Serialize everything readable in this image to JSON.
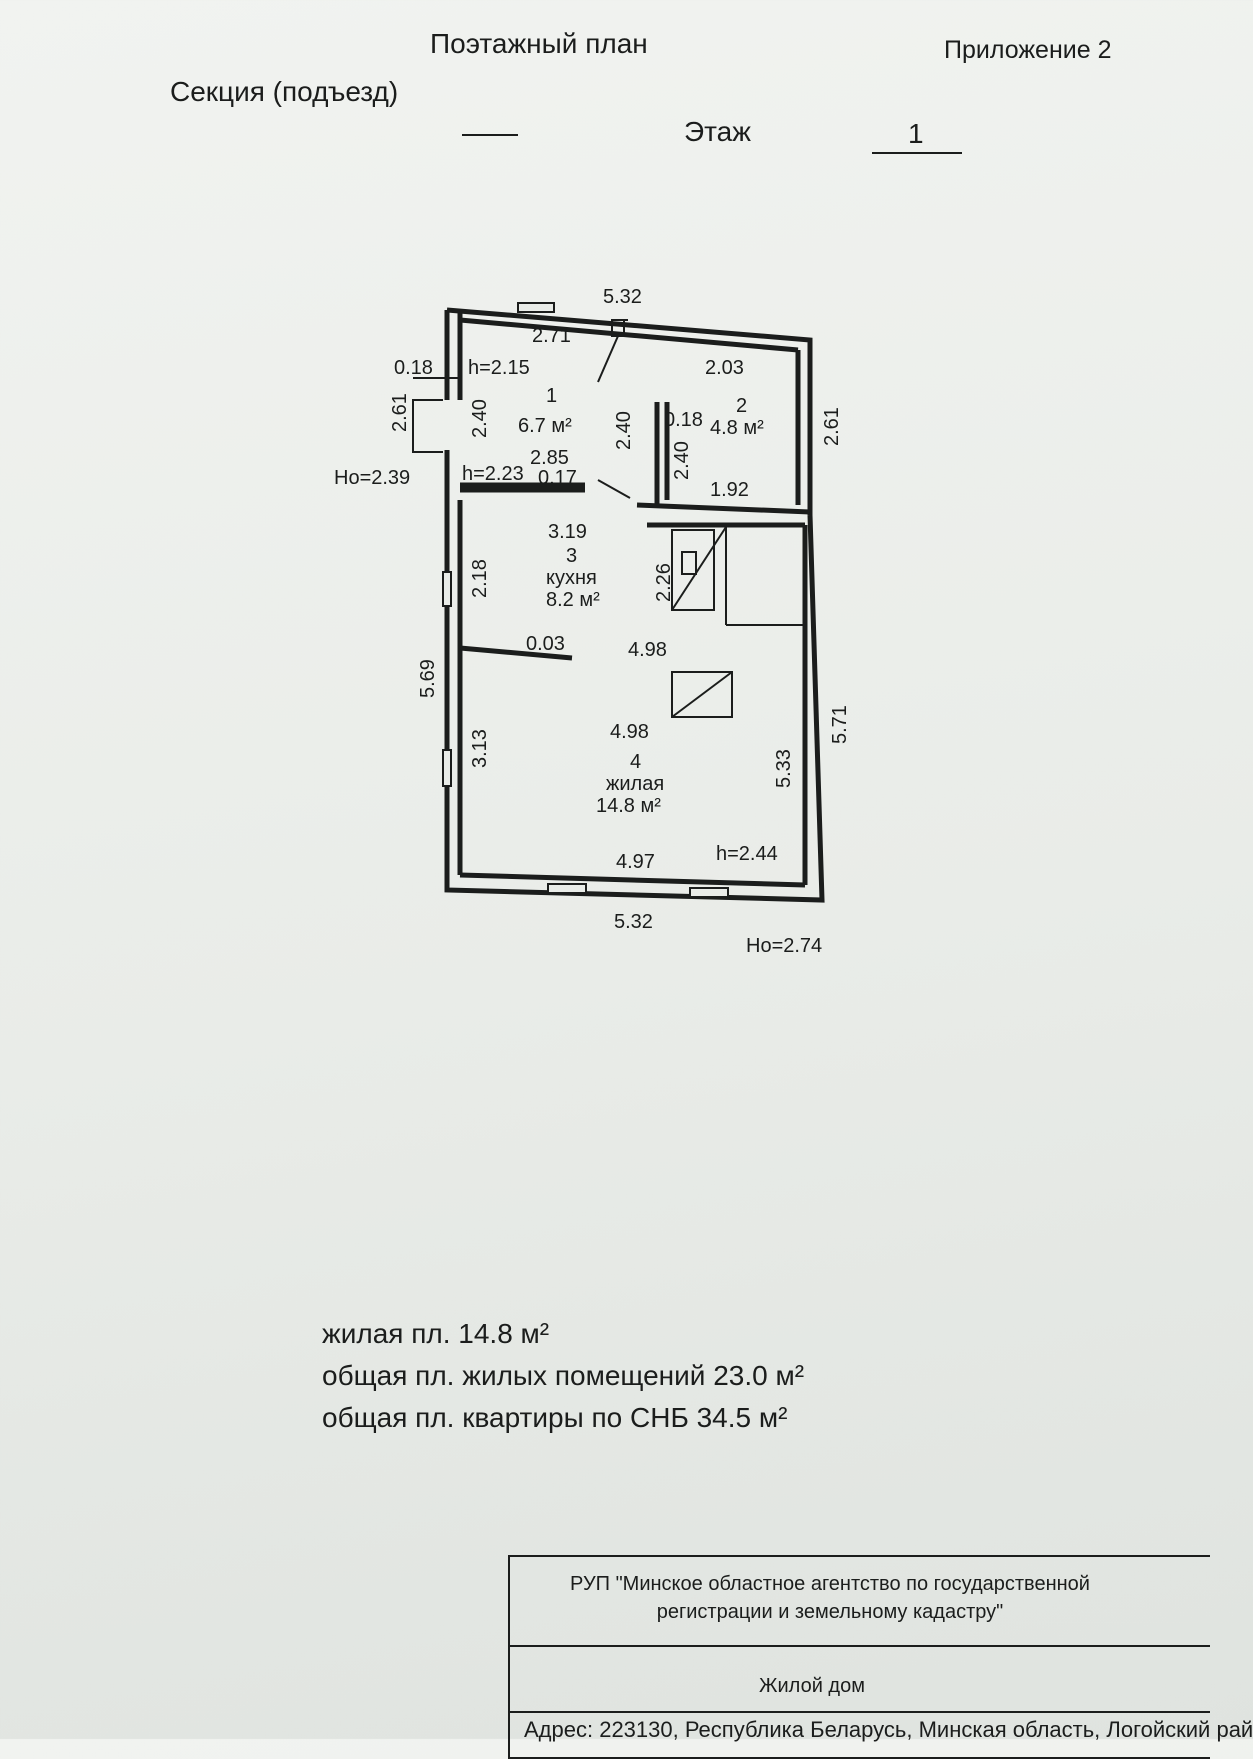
{
  "header": {
    "title": "Поэтажный план",
    "appendix": "Приложение  2",
    "section_label": "Секция (подъезд)",
    "floor_label": "Этаж",
    "floor_value": "1"
  },
  "plan": {
    "outer_top_width": "5.32",
    "outer_bottom_width": "5.32",
    "right_upper_length": "2.61",
    "left_upper_length": "2.61",
    "right_lower_length": "5.71",
    "left_lower_length": "5.69",
    "wall_018_left": "0.18",
    "wall_018_mid": "0.18",
    "wall_017": "0.17",
    "wall_003": "0.03",
    "ho_left": "Ho=2.39",
    "ho_right": "Ho=2.74",
    "rooms": [
      {
        "num": "1",
        "area": "6.7 м²",
        "height": "h=2.15",
        "w": "2.71",
        "h_dim": "2.40",
        "h_dim2": "2.40",
        "bottom": "2.85"
      },
      {
        "num": "2",
        "area": "4.8 м²",
        "w": "2.03",
        "h_dim": "2.40",
        "bottom": "1.92"
      },
      {
        "num": "3",
        "name": "кухня",
        "area": "8.2 м²",
        "w": "3.19",
        "left": "2.18",
        "right": "2.26",
        "vest_h": "h=2.23"
      },
      {
        "num": "4",
        "name": "жилая",
        "area": "14.8 м²",
        "top": "4.98",
        "inner": "4.98",
        "bottom": "4.97",
        "left": "3.13",
        "right": "5.33",
        "height": "h=2.44"
      }
    ]
  },
  "totals": {
    "living": "жилая пл.  14.8  м²",
    "total_living_rooms": "общая пл. жилых помещений  23.0  м²",
    "total_apartment": "общая пл. квартиры по СНБ  34.5 м²"
  },
  "stamp": {
    "org_line1": "РУП \"Минское областное агентство по государственной",
    "org_line2": "регистрации и земельному кадастру\"",
    "object": "Жилой дом",
    "address": "Адрес: 223130,  Республика Беларусь, Минская область, Логойский рай"
  }
}
